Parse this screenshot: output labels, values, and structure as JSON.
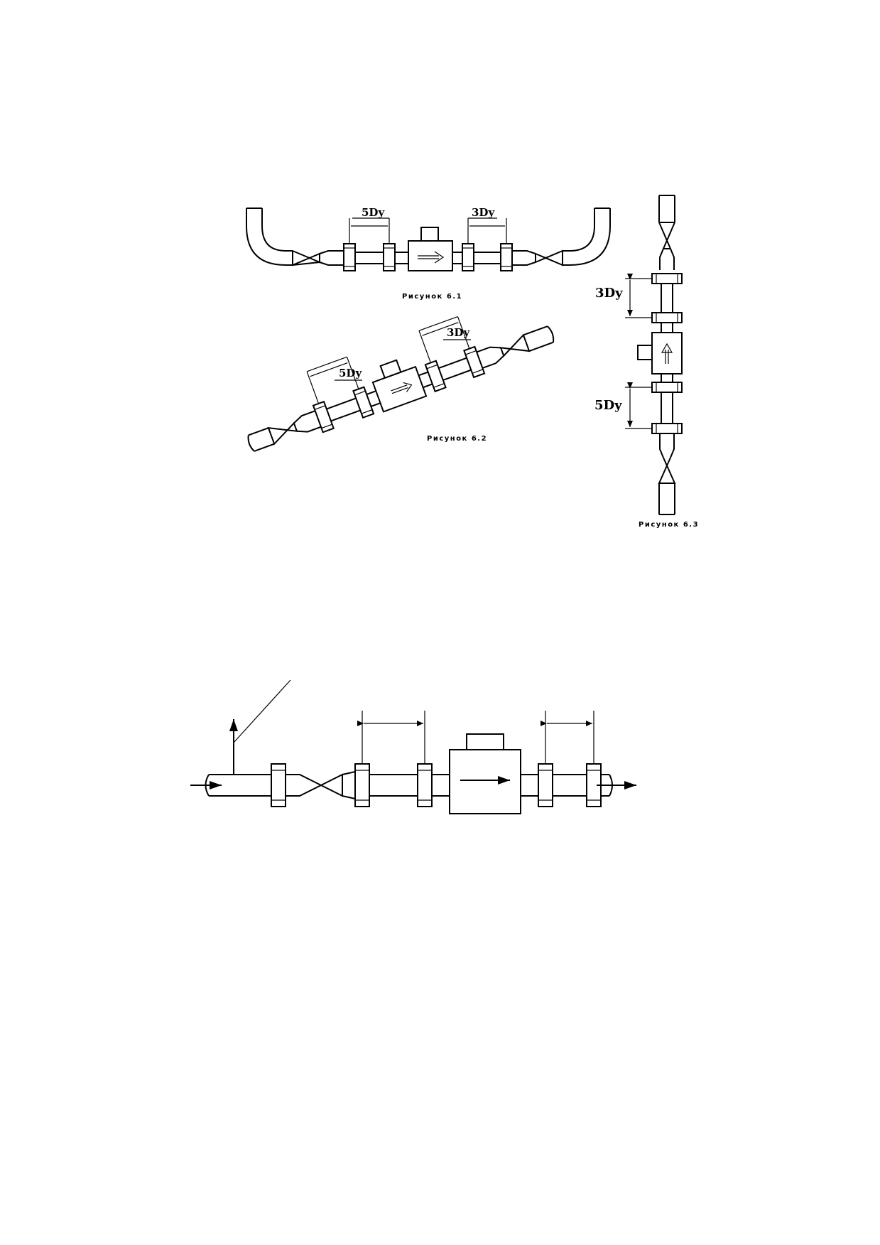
{
  "figures": {
    "fig1": {
      "dim_upstream": "5Dy",
      "dim_downstream": "3Dy",
      "caption": "Рисунок 6.1"
    },
    "fig2": {
      "dim_upstream": "5Dy",
      "dim_downstream": "3Dy",
      "caption": "Рисунок 6.2"
    },
    "fig3": {
      "dim_top": "3Dy",
      "dim_bottom": "5Dy",
      "caption": "Рисунок 6.3"
    }
  }
}
